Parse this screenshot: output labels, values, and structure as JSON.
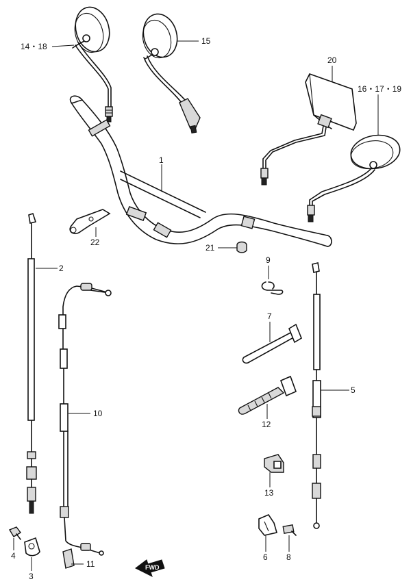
{
  "labels": {
    "p1": "1",
    "p2": "2",
    "p3": "3",
    "p4": "4",
    "p5": "5",
    "p6": "6",
    "p7": "7",
    "p8": "8",
    "p9": "9",
    "p10": "10",
    "p11": "11",
    "p12": "12",
    "p13": "13",
    "p14_18": "14・18",
    "p15": "15",
    "p16_17_19": "16・17・19",
    "p20": "20",
    "p21": "21",
    "p22": "22"
  },
  "fwd_label": "FWD"
}
